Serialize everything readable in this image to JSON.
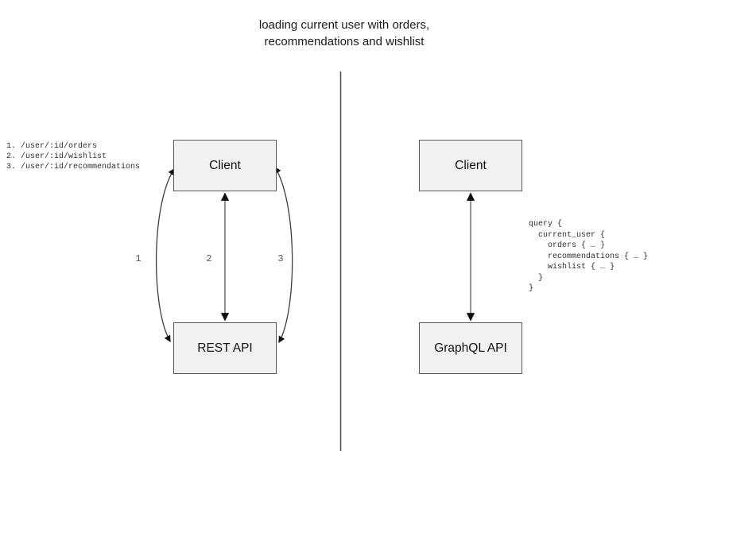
{
  "title": {
    "line1": "loading current user with orders,",
    "line2": "recommendations and wishlist"
  },
  "rest_panel": {
    "client_box_label": "Client",
    "api_box_label": "REST API",
    "endpoints": "1. /user/:id/orders\n2. /user/:id/wishlist\n3. /user/:id/recommendations",
    "arrow_labels": [
      "1",
      "2",
      "3"
    ]
  },
  "graphql_panel": {
    "client_box_label": "Client",
    "api_box_label": "GraphQL API",
    "query_code": "query {\n  current_user {\n    orders { … }\n    recommendations { … }\n    wishlist { … }\n  }\n}"
  },
  "colors": {
    "background": "#ffffff",
    "box_fill": "#f1f1f1",
    "box_border": "#595959",
    "straight_arrow_line": "#7a7a7a",
    "curved_arrow_line": "#3d3d3d",
    "arrowhead": "#111111",
    "divider_line": "#4a4a4a",
    "arrow_label_text": "#555555",
    "code_text": "#2e2e2e",
    "title_text": "#1a1a1a"
  }
}
